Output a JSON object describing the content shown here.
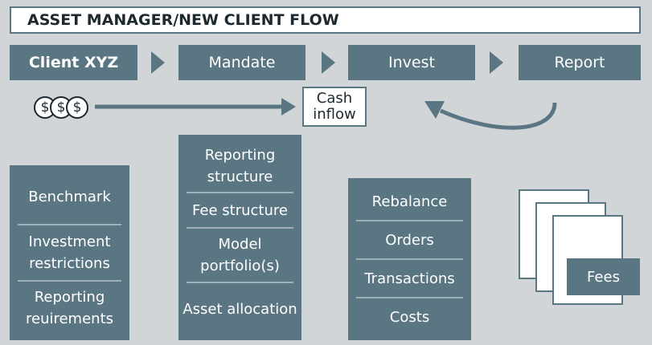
{
  "title": "ASSET MANAGER/NEW CLIENT FLOW",
  "stages": [
    "Client XYZ",
    "Mandate",
    "Invest",
    "Report"
  ],
  "coins": [
    "$",
    "$",
    "$"
  ],
  "cash_inflow": [
    "Cash",
    "inflow"
  ],
  "panels": {
    "client": [
      "Benchmark",
      "Investment restrictions",
      "Reporting reuirements"
    ],
    "mandate": [
      "Reporting structure",
      "Fee structure",
      "Model portfolio(s)",
      "Asset allocation"
    ],
    "invest": [
      "Rebalance",
      "Orders",
      "Transactions",
      "Costs"
    ]
  },
  "fees": "Fees",
  "colors": {
    "box": "#5b7683",
    "background": "#d2d5d7",
    "text_dark": "#1c2930"
  }
}
